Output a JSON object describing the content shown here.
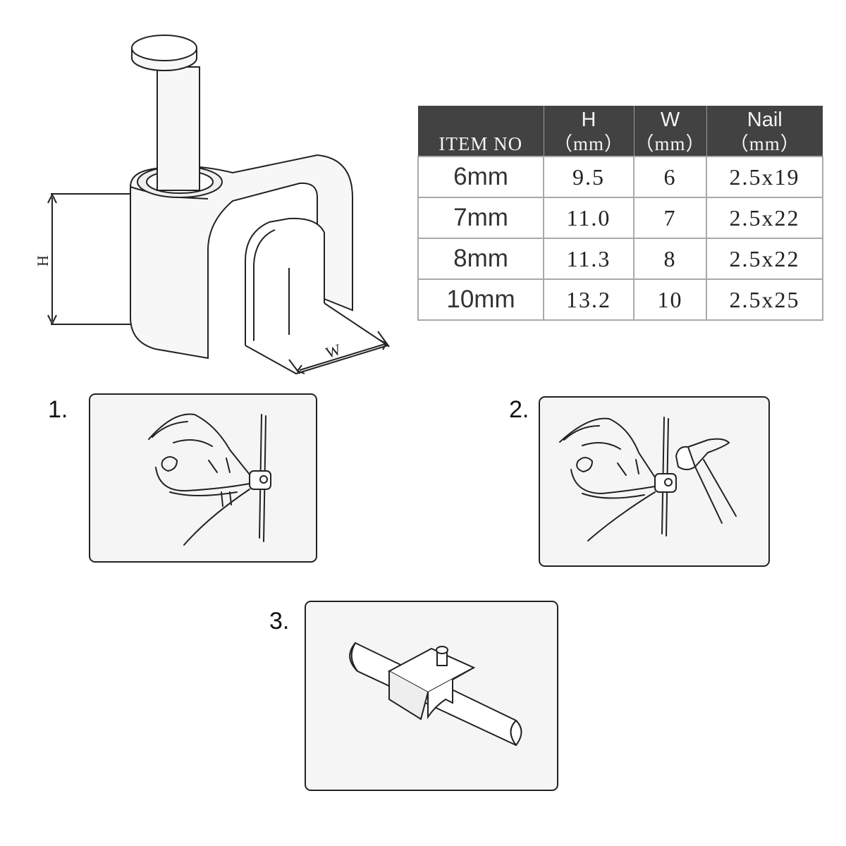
{
  "diagram": {
    "height_label": "H",
    "width_label": "W"
  },
  "spec_table": {
    "headers": [
      {
        "top": "",
        "bottom": "ITEM NO"
      },
      {
        "top": "H",
        "bottom": "（mm）"
      },
      {
        "top": "W",
        "bottom": "（mm）"
      },
      {
        "top": "Nail",
        "bottom": "（mm）"
      }
    ],
    "rows": [
      {
        "item": "6mm",
        "h": "9.5",
        "w": "6",
        "nail": "2.5x19"
      },
      {
        "item": "7mm",
        "h": "11.0",
        "w": "7",
        "nail": "2.5x22"
      },
      {
        "item": "8mm",
        "h": "11.3",
        "w": "8",
        "nail": "2.5x22"
      },
      {
        "item": "10mm",
        "h": "13.2",
        "w": "10",
        "nail": "2.5x25"
      }
    ]
  },
  "steps": [
    {
      "label": "1.",
      "icon": "hand-holding-clip-icon"
    },
    {
      "label": "2.",
      "icon": "hammering-clip-icon"
    },
    {
      "label": "3.",
      "icon": "clip-on-cable-icon"
    }
  ]
}
